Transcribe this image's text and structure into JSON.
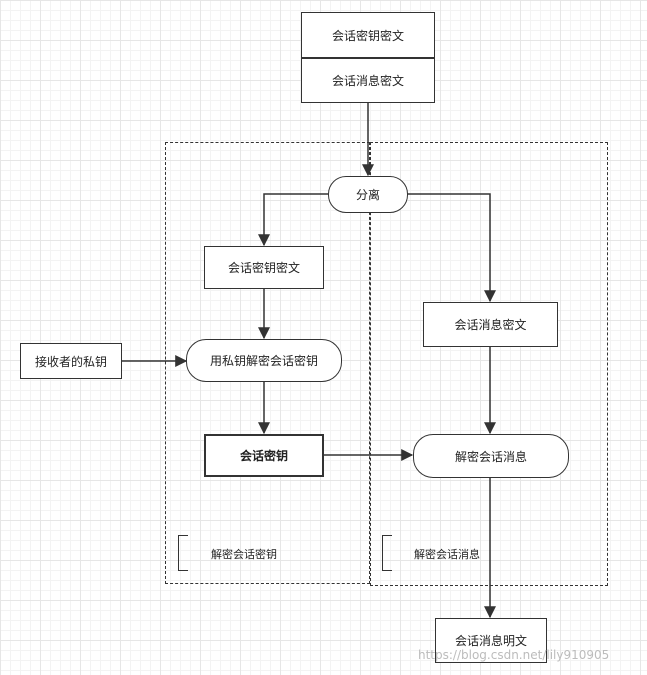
{
  "nodes": {
    "session_key_cipher_top": "会话密钥密文",
    "session_msg_cipher_top": "会话消息密文",
    "separate": "分离",
    "session_key_cipher": "会话密钥密文",
    "session_msg_cipher": "会话消息密文",
    "receiver_private_key": "接收者的私钥",
    "decrypt_session_key_with_private": "用私钥解密会话密钥",
    "session_key": "会话密钥",
    "decrypt_session_message": "解密会话消息",
    "session_message_plaintext": "会话消息明文"
  },
  "groups": {
    "left_note": "解密会话密钥",
    "right_note": "解密会话消息"
  },
  "watermark": "https://blog.csdn.net/lily910905"
}
